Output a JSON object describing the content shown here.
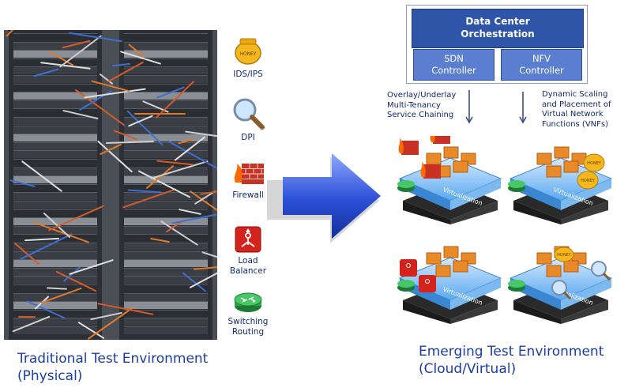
{
  "icons": [
    {
      "name": "honeypot-icon",
      "label": "IDS/IPS"
    },
    {
      "name": "magnifier-icon",
      "label": "DPI"
    },
    {
      "name": "firewall-icon",
      "label": "Firewall"
    },
    {
      "name": "load-balancer-icon",
      "label": "Load\nBalancer"
    },
    {
      "name": "router-icon",
      "label": "Switching\nRouting"
    }
  ],
  "honey_text": "HONEY",
  "orchestration": {
    "title": "Data Center\nOrchestration",
    "sdn": "SDN\nController",
    "nfv": "NFV\nController"
  },
  "notes": {
    "left": "Overlay/Underlay\nMulti-Tenancy\nService Chaining",
    "right": "Dynamic Scaling\nand Placement of\nVirtual Network\nFunctions (VNFs)"
  },
  "virtualization_label": "Virtualization",
  "titles": {
    "traditional": "Traditional Test Environment\n(Physical)",
    "emerging": "Emerging Test Environment\n(Cloud/Virtual)"
  },
  "colors": {
    "title_blue": "#1c3ea3",
    "orchestration_blue": "#2f55a8",
    "controller_blue": "#5a7fd0",
    "arrow_blue": "#2a4fd6"
  }
}
